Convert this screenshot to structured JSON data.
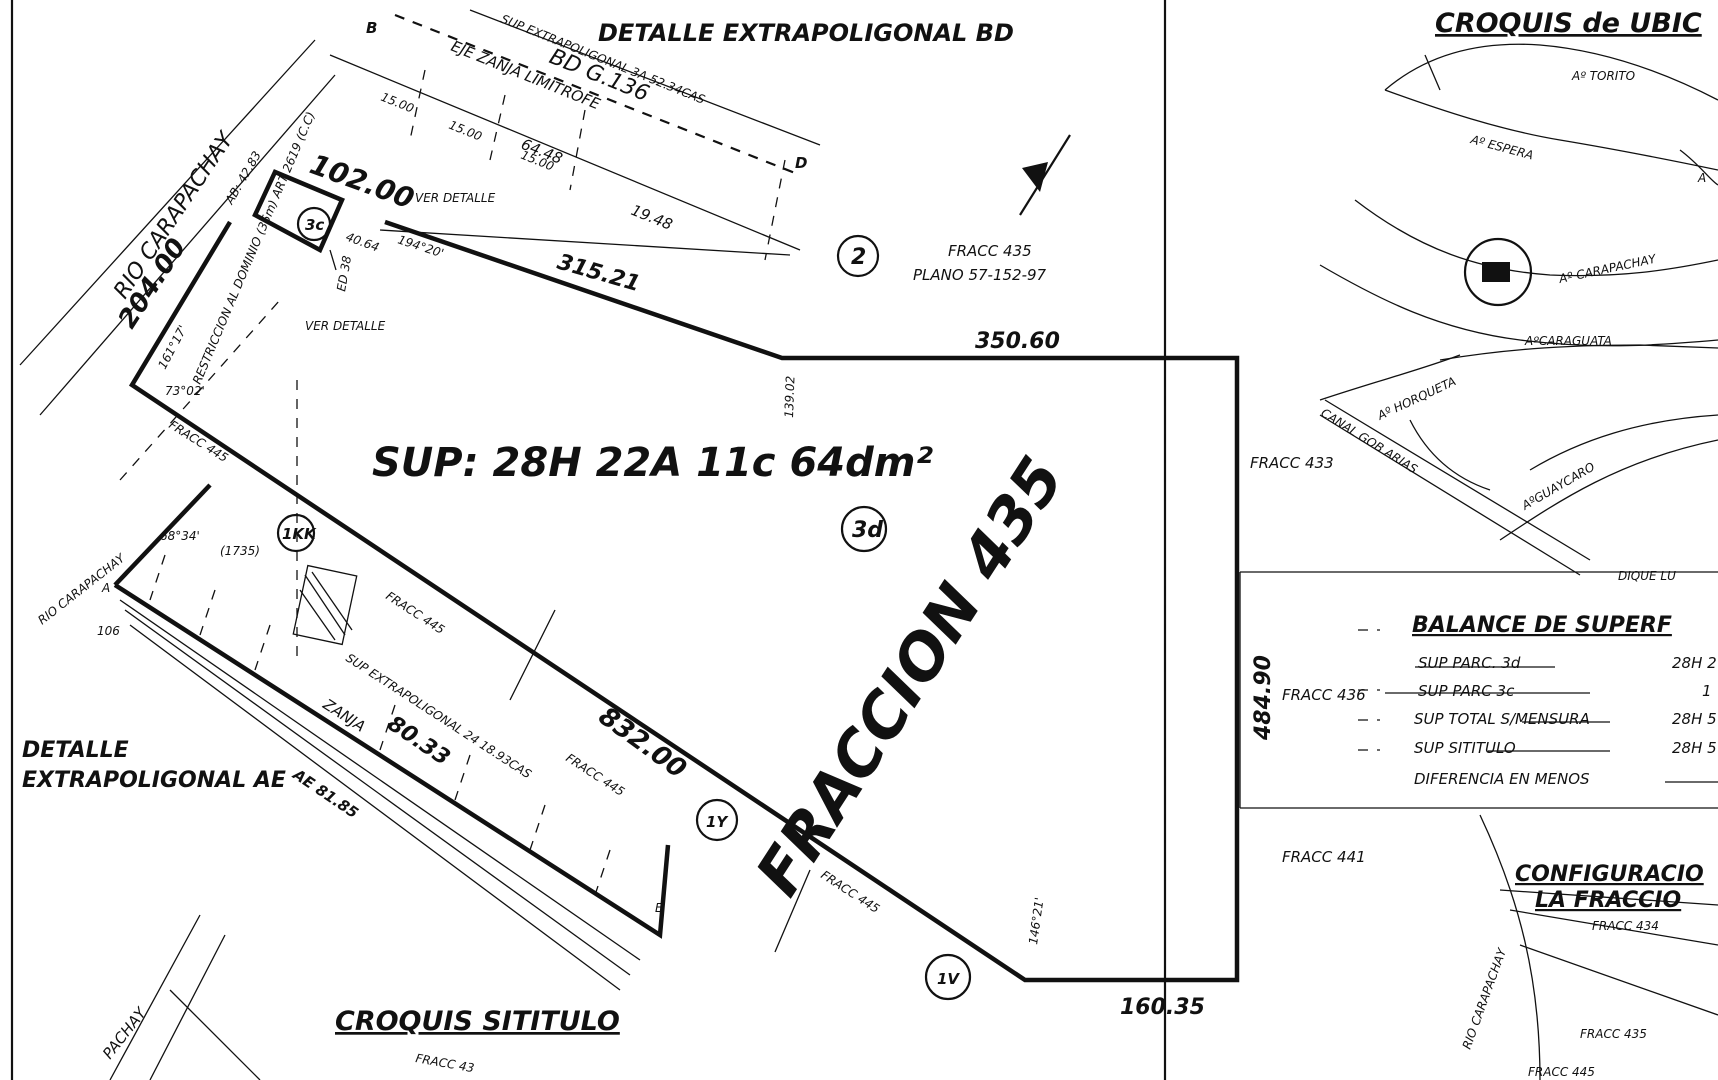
{
  "titles": {
    "detalle_bd": "DETALLE EXTRAPOLIGONAL BD",
    "croquis_ubicacion": "CROQUIS de UBIC",
    "croquis_sititulo": "CROQUIS SITITULO",
    "detalle_ae_1": "DETALLE",
    "detalle_ae_2": "EXTRAPOLIGONAL AE",
    "balance": "BALANCE DE SUPERF",
    "config_1": "CONFIGURACIO",
    "config_2": "LA FRACCIO"
  },
  "main": {
    "superficie": "SUP: 28H 22A 11c 64dm²",
    "fraccion": "FRACCION 435",
    "parcela_3d": "3d",
    "parcela_2": "2",
    "parcela_3c": "3c",
    "parcela_1kk": "1KK",
    "parcela_1y": "1Y",
    "parcela_1v": "1V"
  },
  "dimensions": {
    "d_315": "315.21",
    "d_350": "350.60",
    "d_102": "102.00",
    "d_204": "204.00",
    "d_832": "832.00",
    "d_484": "484.90",
    "d_160": "160.35",
    "d_8033": "80.33",
    "d_ae": "AE 81.85",
    "d_6448": "64.48",
    "d_1948": "19.48",
    "d_1500a": "15.00",
    "d_1500b": "15.00",
    "d_1500c": "15.00",
    "d_13902": "139.02",
    "d_14621": "146°21'",
    "d_19420": "194°20'",
    "d_16117": "161°17'",
    "d_73": "73°02'",
    "d_ab": "AB: 42.83"
  },
  "labels": {
    "rio_top": "RIO CARAPACHAY",
    "rio_left": "RIO CARAPACHAY",
    "rio_bottom": "PACHAY",
    "rio_config": "RIO CARAPACHAY",
    "eje_zanja": "EJE ZANJA LIMITROFE",
    "bd_id": "BD G.136",
    "sup_bd": "SUP EXTRAPOLIGONAL 3A 52.34CAS",
    "sup_ae": "SUP EXTRAPOLIGONAL 24 18.93CAS",
    "zanja": "ZANJA",
    "restriccion": "RESTRICCION AL DOMINIO (35m) ART 2619 (C.C)",
    "ver_det_1": "VER DETALLE",
    "ver_det_2": "VER DETALLE",
    "fracc_435": "FRACC 435",
    "plano": "PLANO 57-152-97",
    "fracc_433": "FRACC 433",
    "fracc_436": "FRACC 436",
    "fracc_441": "FRACC 441",
    "fracc_445a": "FRACC 445",
    "fracc_445b": "FRACC 445",
    "fracc_445c": "FRACC 445",
    "fracc_445d": "FRACC 445",
    "fracc_434": "FRACC 434",
    "fracc_435c": "FRACC 435",
    "fracc_445e": "FRACC 445",
    "fracc_43": "FRACC 43",
    "a_torito": "Aº TORITO",
    "a_espera": "Aº ESPERA",
    "a_carapachay": "Aº CARAPACHAY",
    "a_caraguata": "AºCARAGUATA",
    "a_horqueta": "Aº HORQUETA",
    "canal": "CANAL GOB ARIAS",
    "a_guaycaro": "AºGUAYCARO",
    "dique": "DIQUE LU",
    "a_la": "A",
    "pt_a": "A",
    "pt_b": "B",
    "pt_d": "D",
    "pt_e": "E",
    "n_106": "106",
    "n_1735": "(1735)",
    "n_680": "68°34'",
    "n_ed": "ED 38",
    "n_4064": "40.64"
  },
  "balance_rows": [
    {
      "label": "SUP PARC. 3d",
      "value": "28H 2"
    },
    {
      "label": "SUP PARC 3c",
      "value": "1"
    },
    {
      "label": "SUP TOTAL S/MENSURA",
      "value": "28H 5"
    },
    {
      "label": "SUP SITITULO",
      "value": "28H 5"
    },
    {
      "label": "DIFERENCIA EN MENOS",
      "value": ""
    }
  ]
}
